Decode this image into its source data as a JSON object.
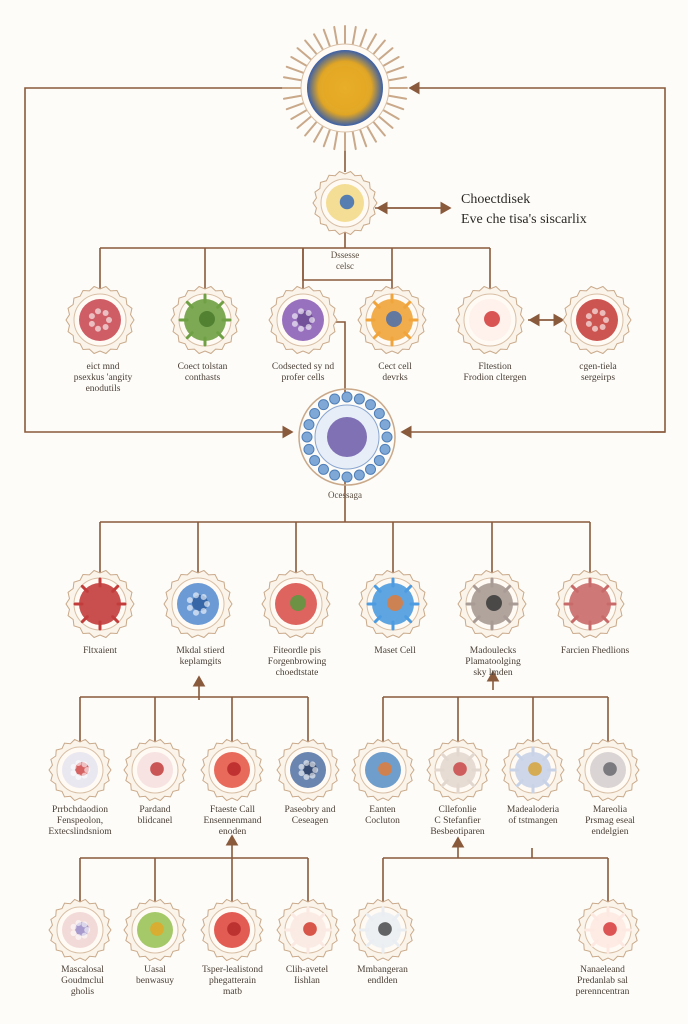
{
  "diagram": {
    "side_note": "Choectdisek\nEve che tisa's siscarlix",
    "hub1_label": "Dssesse\ncelsc",
    "hub2_label": "Ocessaga",
    "row1": [
      {
        "label": "eict mnd\npsexkus 'angity\nenodutils"
      },
      {
        "label": "Coect tolstan\nconthasts"
      },
      {
        "label": "Codsected sy nd\nprofer cells"
      },
      {
        "label": "Cect cell\ndevrks"
      },
      {
        "label": "Fltestion\nFrodion cltergen"
      },
      {
        "label": "cgen-tiela\nsergeirps"
      }
    ],
    "row2": [
      {
        "label": "Fltxaient"
      },
      {
        "label": "Mkdal stierd\nkeplamgits"
      },
      {
        "label": "Fiteordle pis\nForgenbrowing\nchoedtstate"
      },
      {
        "label": "Maset Cell"
      },
      {
        "label": "Madoulecks\nPlamatoolging\nsky lmden"
      },
      {
        "label": "Farcien Fhedlions"
      }
    ],
    "row3": [
      {
        "label": "Prrbchdaodion\nFenspeolon,\nExtecslindsniom"
      },
      {
        "label": "Pardand\nblidcanel"
      },
      {
        "label": "Ftaeste Call\nEnsennenmand\nenoden"
      },
      {
        "label": "Paseobry and\nCeseagen"
      },
      {
        "label": "Eanten\nCocluton"
      },
      {
        "label": "Cllefonlie\nC Stefanfier\nBesbeotiparen"
      },
      {
        "label": "Madealoderia\nof tstmangen"
      },
      {
        "label": "Mareolia\nPrsmag eseal\nendelgien"
      }
    ],
    "row4": [
      {
        "label": "Mascalosal\nGoudmclul\ngholis"
      },
      {
        "label": "Uasal\nbenwasuy"
      },
      {
        "label": "Tsper-lealistond\nphegatterain\nmatb"
      },
      {
        "label": "Clih-avetel\nIishlan"
      },
      {
        "label": "Mmbangeran\nendlden"
      },
      {
        "label": "Nanaeleand\nPredanlab sal\nperenncentran"
      }
    ]
  }
}
